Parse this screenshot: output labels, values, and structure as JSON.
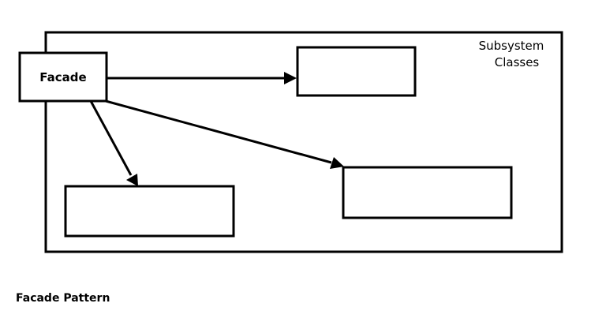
{
  "diagram": {
    "facade_label": "Facade",
    "subsystem_label_line1": "Subsystem",
    "subsystem_label_line2": "Classes"
  },
  "caption": "Facade Pattern",
  "colors": {
    "stroke": "#000000",
    "background": "#ffffff"
  }
}
